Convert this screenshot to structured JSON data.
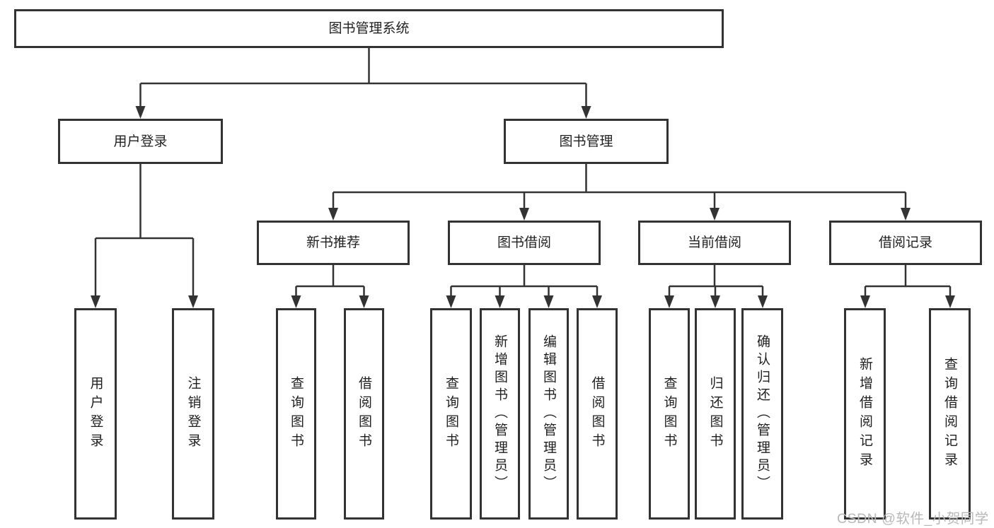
{
  "tree": {
    "root": {
      "label": "图书管理系统"
    },
    "branches": [
      {
        "label": "用户登录",
        "children": [
          {
            "label": "用户登录"
          },
          {
            "label": "注销登录"
          }
        ]
      },
      {
        "label": "图书管理",
        "children": [
          {
            "label": "新书推荐",
            "children": [
              {
                "label": "查询图书"
              },
              {
                "label": "借阅图书"
              }
            ]
          },
          {
            "label": "图书借阅",
            "children": [
              {
                "label": "查询图书"
              },
              {
                "label": "新增图书（管理员）"
              },
              {
                "label": "编辑图书（管理员）"
              },
              {
                "label": "借阅图书"
              }
            ]
          },
          {
            "label": "当前借阅",
            "children": [
              {
                "label": "查询图书"
              },
              {
                "label": "归还图书"
              },
              {
                "label": "确认归还（管理员）"
              }
            ]
          },
          {
            "label": "借阅记录",
            "children": [
              {
                "label": "新增借阅记录"
              },
              {
                "label": "查询借阅记录"
              }
            ]
          }
        ]
      }
    ]
  },
  "watermark": {
    "text": "CSDN @软件_小贺同学"
  },
  "colors": {
    "page_bg": "#ffffff",
    "line": "#333333",
    "box_border": "#333333",
    "box_bg": "#ffffff",
    "text": "#1f1f1f",
    "watermark": "#b8b8b8"
  }
}
